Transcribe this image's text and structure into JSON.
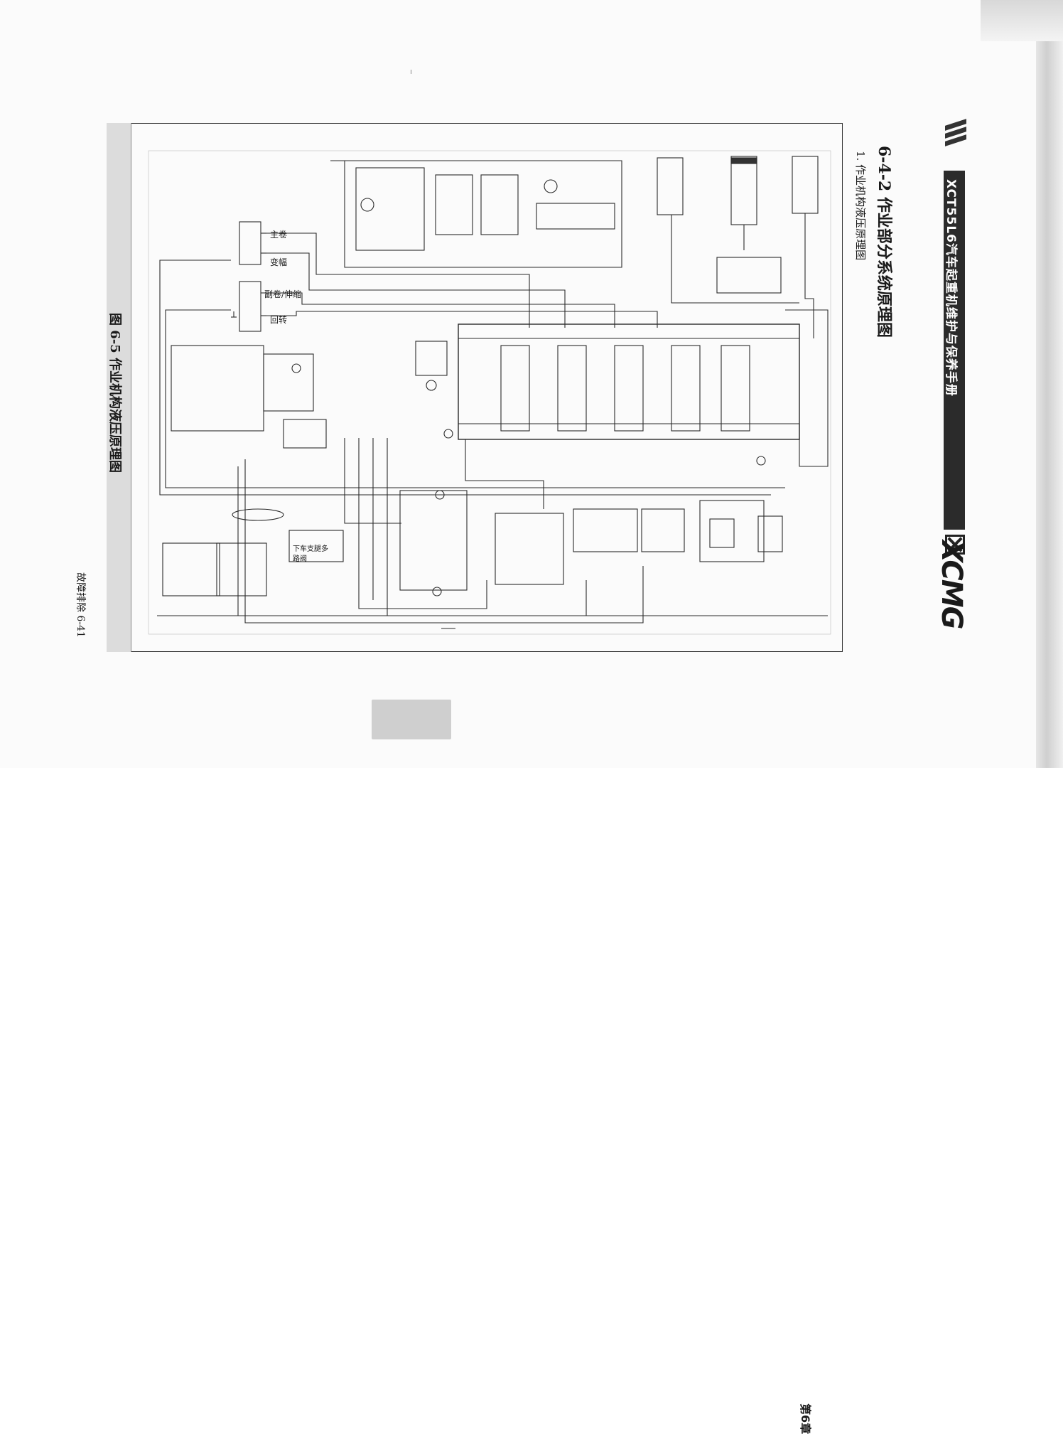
{
  "header": {
    "brand_bar_title": "XCT55L6汽车起重机维护与保养手册",
    "brand_logo": "XCMG"
  },
  "section": {
    "title": "6-4-2 作业部分系统原理图",
    "subsection": "1. 作业机构液压原理图"
  },
  "figure": {
    "caption": "图 6-5 作业机构液压原理图",
    "circuit_labels": [
      "主卷",
      "变幅",
      "副卷/伸缩",
      "回转",
      "下车支腿多路阀"
    ]
  },
  "footer": {
    "page_label": "故障排除  6-41"
  },
  "chapter_tab": {
    "label": "第6章"
  },
  "icons": [
    "xcmg-logo-icon",
    "brand-stripes-icon"
  ]
}
